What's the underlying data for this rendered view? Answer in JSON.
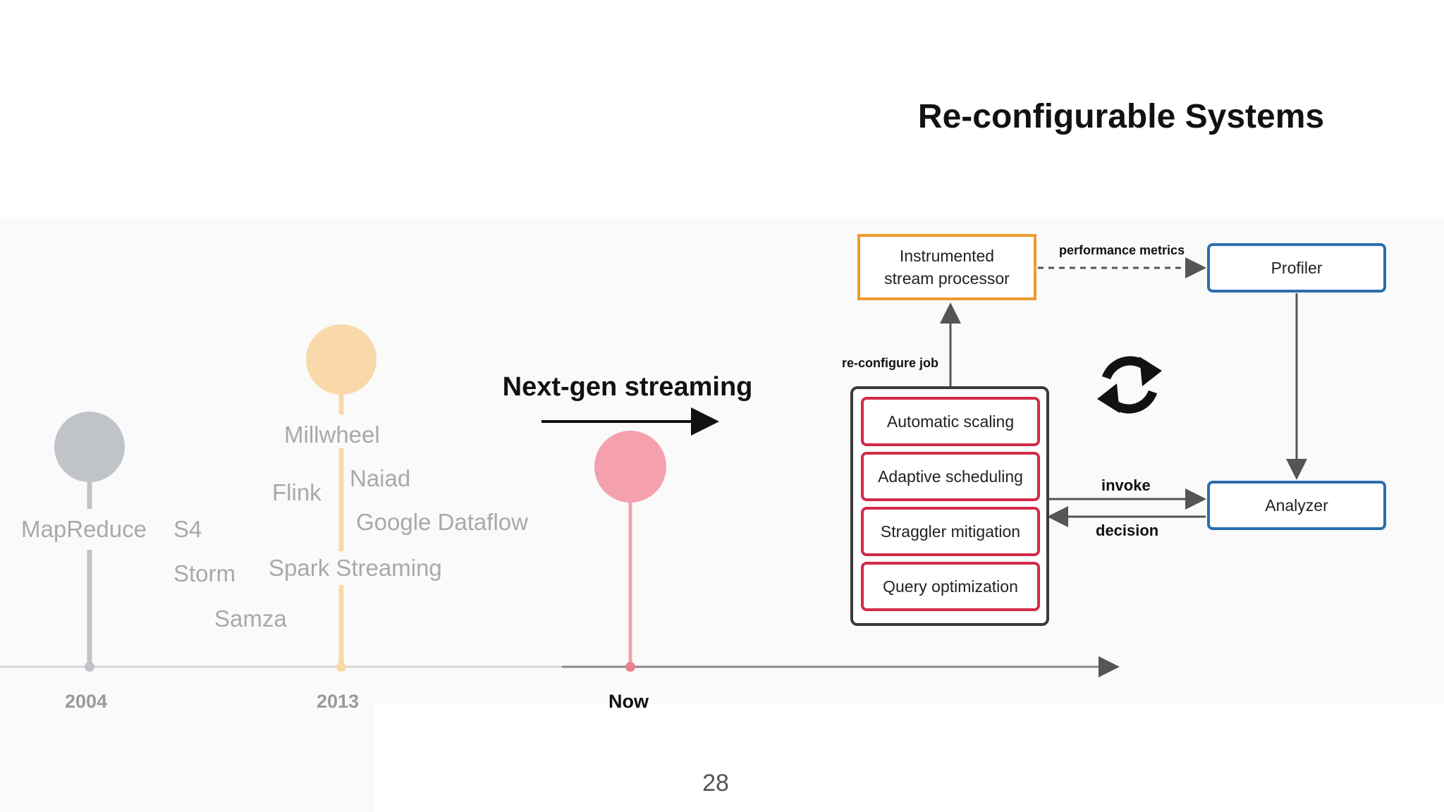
{
  "title": "Re-configurable Systems",
  "page_number": "28",
  "timeline": {
    "heading": "Next-gen streaming",
    "years": {
      "y2004": "2004",
      "y2013": "2013",
      "now": "Now"
    },
    "systems": {
      "mapreduce": "MapReduce",
      "s4": "S4",
      "storm": "Storm",
      "samza": "Samza",
      "millwheel": "Millwheel",
      "flink": "Flink",
      "naiad": "Naiad",
      "google_dataflow": "Google Dataflow",
      "spark_streaming": "Spark Streaming"
    },
    "colors": {
      "gray_dot": "#c0c4c8",
      "peach_dot": "#f9d9aa",
      "pink_dot": "#f4a1ad",
      "axis": "#c8c8c8"
    }
  },
  "diagram": {
    "instrumented_line1": "Instrumented",
    "instrumented_line2": "stream processor",
    "profiler": "Profiler",
    "analyzer": "Analyzer",
    "performance_metrics": "performance metrics",
    "reconfigure_job": "re-configure job",
    "invoke": "invoke",
    "decision": "decision",
    "policies": [
      "Automatic scaling",
      "Adaptive scheduling",
      "Straggler mitigation",
      "Query optimization"
    ],
    "cycle_icon": "refresh-cycle-icon",
    "colors": {
      "orange": "#ef9a2f",
      "blue": "#2a6ead",
      "red": "#d22a48"
    }
  }
}
